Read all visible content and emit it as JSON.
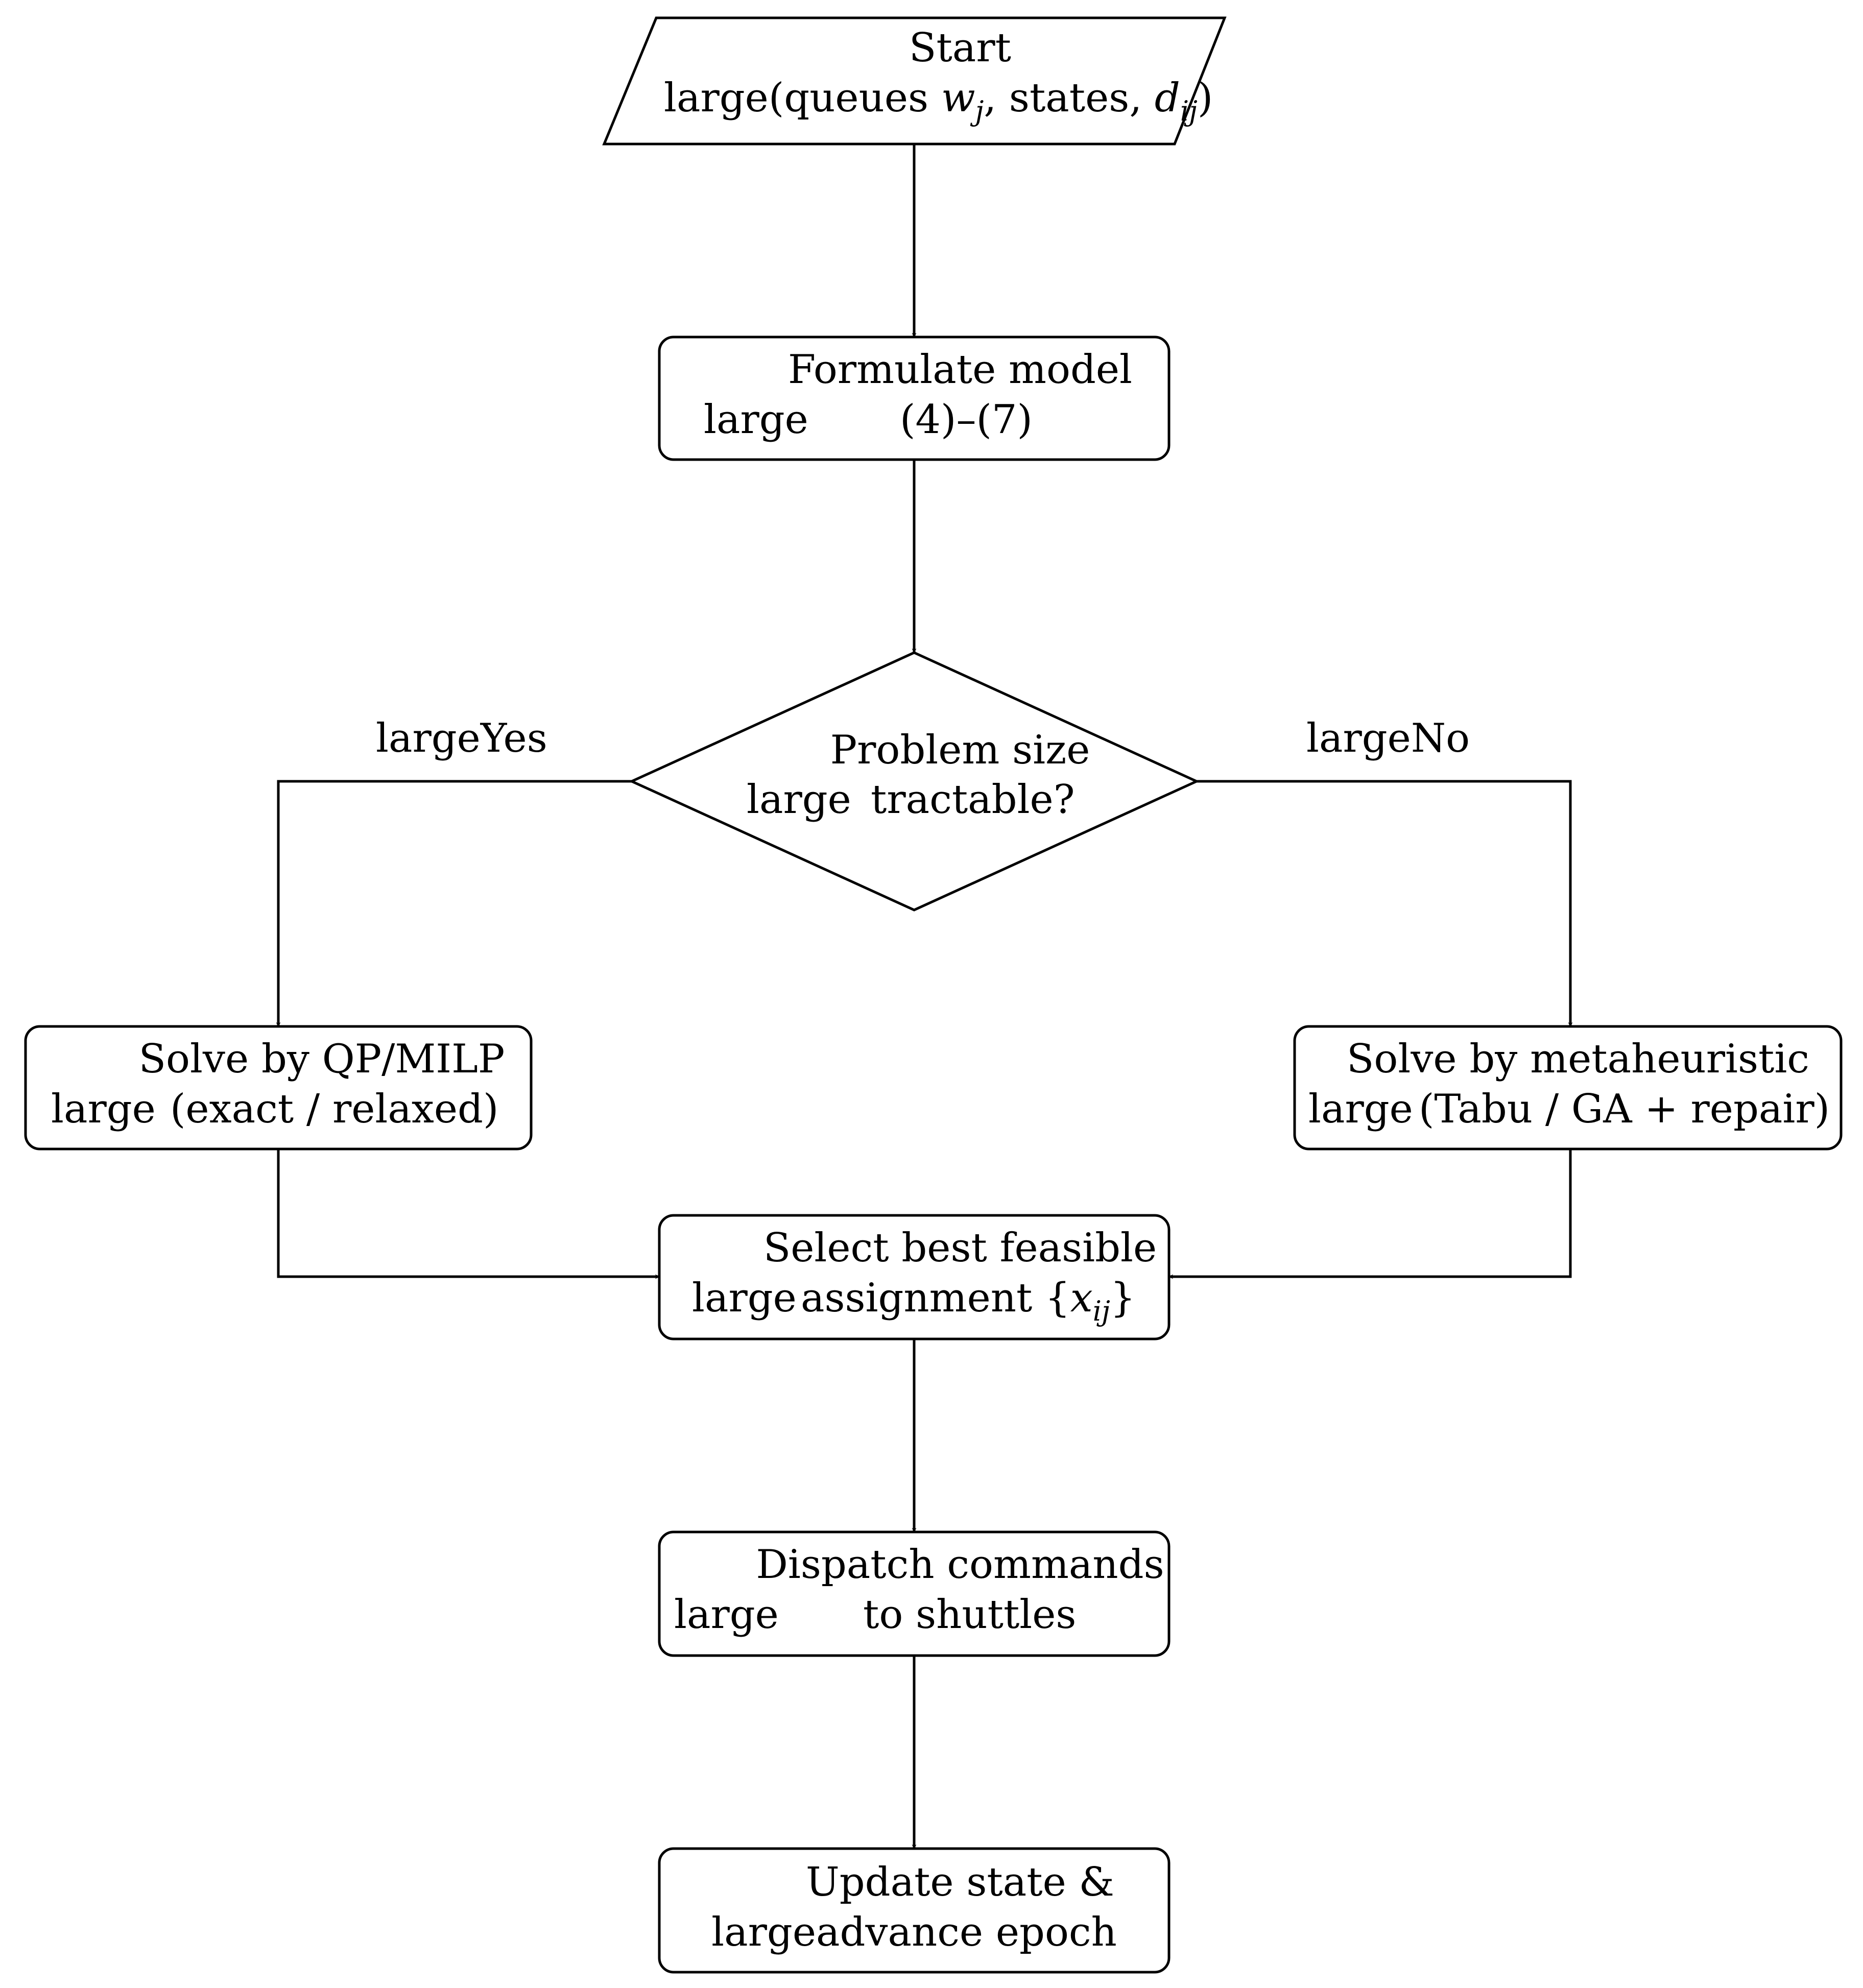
{
  "colors": {
    "stroke": "#000000",
    "background": "#ffffff",
    "text": "#000000"
  },
  "nodes": {
    "start": {
      "line1": "Start",
      "line2_prefix": "large(queues ",
      "w": "w",
      "j": "j",
      "mid": ", states, ",
      "d": "d",
      "ij": "ij",
      "close": ")"
    },
    "formulate": {
      "line1": "Formulate model",
      "line2_prefix": "large",
      "line2_text": "(4)–(7)"
    },
    "decision": {
      "line1": "Problem size",
      "line2_prefix": "large",
      "line2_text": "tractable?"
    },
    "yes_label": "largeYes",
    "no_label": "largeNo",
    "qp": {
      "line1": "Solve by QP/MILP",
      "line2_prefix": "large",
      "line2_text": "(exact / relaxed)"
    },
    "meta": {
      "line1": "Solve by metaheuristic",
      "line2_prefix": "large",
      "line2_text": "(Tabu / GA + repair)"
    },
    "select": {
      "line1": "Select best feasible",
      "line2_prefix": "large",
      "line2_text": "assignment {",
      "x": "x",
      "ij": "ij",
      "close": "}"
    },
    "dispatch": {
      "line1": "Dispatch commands",
      "line2_prefix": "large",
      "line2_text": "to shuttles"
    },
    "update": {
      "line1": "Update state &",
      "line2": "largeadvance epoch"
    }
  }
}
